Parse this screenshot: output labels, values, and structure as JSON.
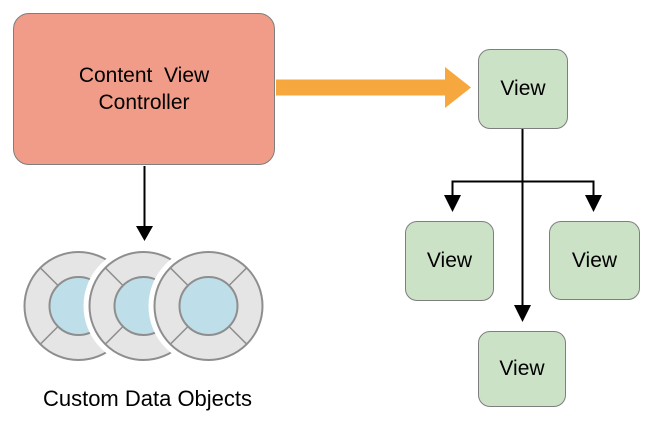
{
  "diagram": {
    "controller": {
      "line1": "Content  View",
      "line2": "Controller"
    },
    "views": {
      "top": "View",
      "left": "View",
      "right": "View",
      "bottom": "View"
    },
    "caption": "Custom Data Objects",
    "custom_data_objects": {
      "count": 3
    }
  },
  "colors": {
    "controller_fill": "#F09C88",
    "view_fill": "#CBE2C6",
    "arrow_orange": "#F6A73E",
    "data_core_blue": "#BEDFE9",
    "data_ring_gray": "#E5E5E5",
    "circle_stroke": "#8E8E8E",
    "box_stroke": "#7E7E7E",
    "line_black": "#000000",
    "background": "#FFFFFF"
  }
}
